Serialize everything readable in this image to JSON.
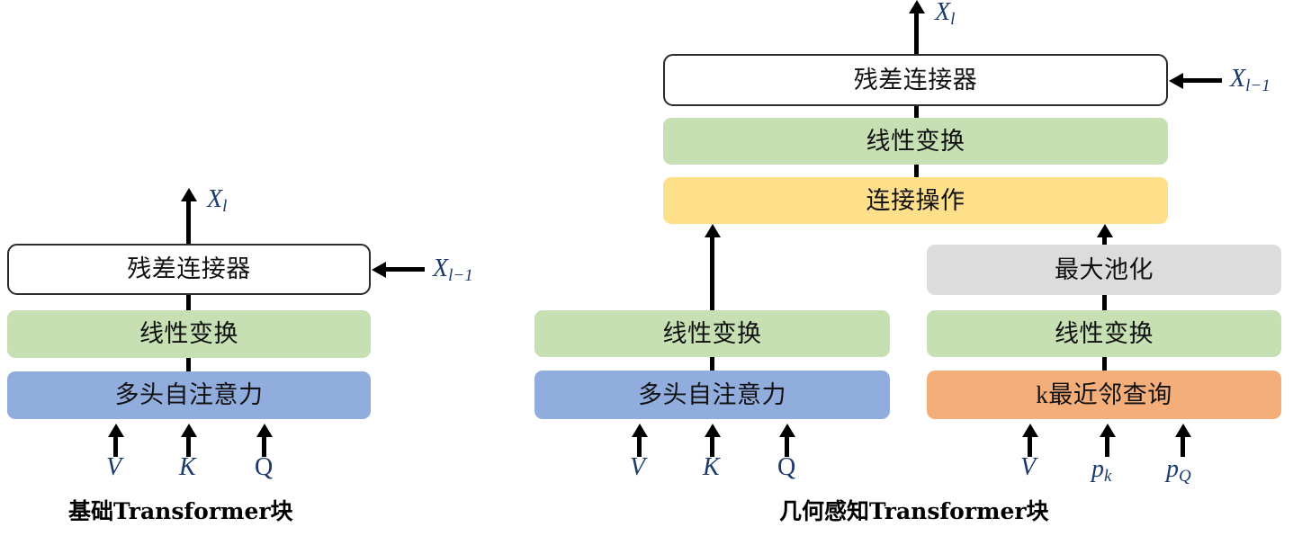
{
  "figure": {
    "type": "architecture-block-diagram",
    "panels": [
      {
        "id": "vanilla-transformer",
        "caption": "基础Transformer块",
        "output_label": "X",
        "output_sub": "l",
        "residual_input_label": "X",
        "residual_input_sub": "l−1",
        "blocks": [
          {
            "label": "残差连接器",
            "style": "plain"
          },
          {
            "label": "线性变换",
            "style": "green"
          },
          {
            "label": "多头自注意力",
            "style": "blue"
          }
        ],
        "inputs": [
          "V",
          "K",
          "Q"
        ]
      },
      {
        "id": "geometry-aware-transformer",
        "caption": "几何感知Transformer块",
        "output_label": "X",
        "output_sub": "l",
        "residual_input_label": "X",
        "residual_input_sub": "l−1",
        "top_blocks": [
          {
            "label": "残差连接器",
            "style": "plain"
          },
          {
            "label": "线性变换",
            "style": "green"
          },
          {
            "label": "连接操作",
            "style": "yellow"
          }
        ],
        "left_branch": {
          "blocks": [
            {
              "label": "线性变换",
              "style": "green"
            },
            {
              "label": "多头自注意力",
              "style": "blue"
            }
          ],
          "inputs": [
            "V",
            "K",
            "Q"
          ]
        },
        "right_branch": {
          "blocks": [
            {
              "label": "最大池化",
              "style": "gray"
            },
            {
              "label": "线性变换",
              "style": "green"
            },
            {
              "label": "k最近邻查询",
              "style": "orange"
            }
          ],
          "inputs": [
            {
              "base": "V",
              "sub": ""
            },
            {
              "base": "p",
              "sub": "k"
            },
            {
              "base": "p",
              "sub": "Q"
            }
          ]
        }
      }
    ],
    "colors": {
      "green": "#c6e0b4",
      "blue": "#91adde",
      "yellow": "#ffe08a",
      "gray": "#dcdcdc",
      "orange": "#f4ae79",
      "plain_fill": "#ffffff",
      "plain_border": "#2b2b2b",
      "connector": "#000000",
      "math_label": "#1b3a6b"
    }
  }
}
